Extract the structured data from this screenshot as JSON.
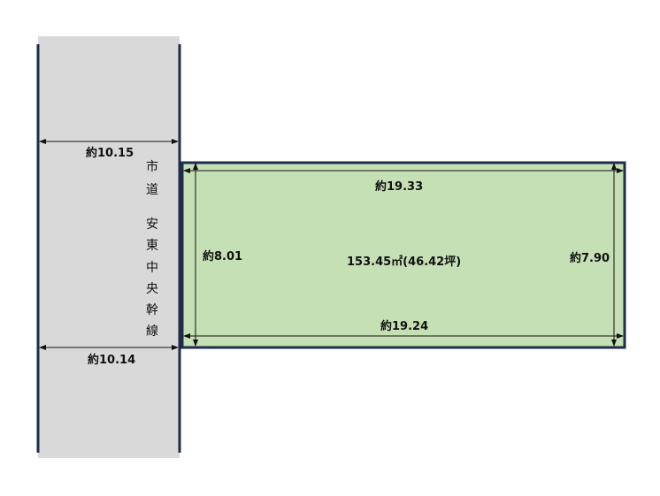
{
  "road": {
    "name_chars": [
      "市",
      "道",
      "安",
      "東",
      "中",
      "央",
      "幹",
      "線"
    ],
    "width_top": "約10.15",
    "width_bottom": "約10.14"
  },
  "lot": {
    "top": "約19.33",
    "bottom": "約19.24",
    "left": "約8.01",
    "right": "約7.90",
    "area": "153.45㎡(46.42坪)"
  },
  "colors": {
    "road": "#d9d9d9",
    "lot": "#c5e0b4",
    "border": "#1f2d4a"
  }
}
